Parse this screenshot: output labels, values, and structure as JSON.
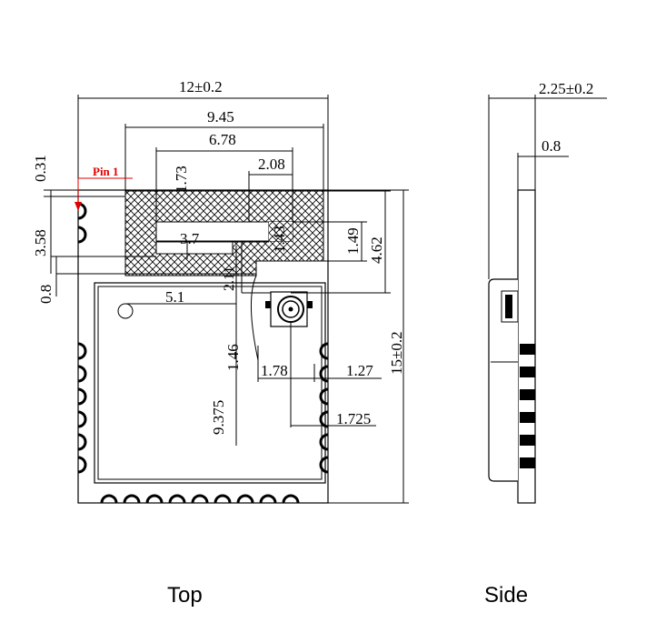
{
  "views": {
    "top": "Top",
    "side": "Side"
  },
  "pin1_label": "Pin 1",
  "colors": {
    "pin1": "#e00000",
    "line": "#000000",
    "hatch": "#000000"
  },
  "dimensions": {
    "width": "12±0.2",
    "d945": "9.45",
    "d678": "6.78",
    "d208": "2.08",
    "d173": "1.73",
    "d031": "0.31",
    "d358": "3.58",
    "d08_left": "0.8",
    "d37": "3.7",
    "d143": "1.43",
    "d149": "1.49",
    "d462": "4.62",
    "d211": "2.11",
    "d51": "5.1",
    "d146": "1.46",
    "d178": "1.78",
    "d127": "1.27",
    "d9375": "9.375",
    "d1725": "1.725",
    "height": "15±0.2",
    "side_thickness": "2.25±0.2",
    "side_pcb": "0.8"
  }
}
